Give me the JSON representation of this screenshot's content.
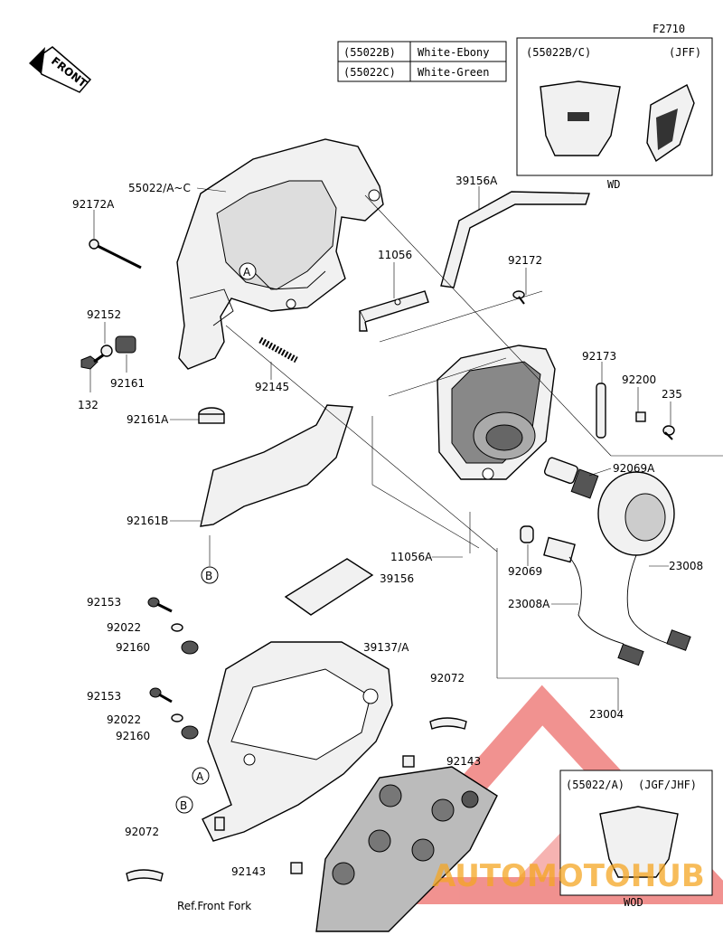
{
  "figure_code": "F2710",
  "front_label": "FRONT",
  "variants_table": [
    {
      "code": "(55022B)",
      "color": "White-Ebony"
    },
    {
      "code": "(55022C)",
      "color": "White-Green"
    }
  ],
  "inset_top": {
    "title": "(55022B/C)",
    "region": "(JFF)",
    "footer": "WD"
  },
  "inset_bottom": {
    "title": "(55022/A)",
    "region": "(JGF/JHF)",
    "footer": "WOD"
  },
  "callout_a": "A",
  "callout_b": "B",
  "part_labels": {
    "p55022": "55022/A~C",
    "p92172A": "92172A",
    "p92152": "92152",
    "p132": "132",
    "p92161": "92161",
    "p92145": "92145",
    "p92161A": "92161A",
    "p92161B": "92161B",
    "p39156A": "39156A",
    "p11056": "11056",
    "p92172": "92172",
    "p92173": "92173",
    "p92200": "92200",
    "p235": "235",
    "p92069A": "92069A",
    "p11056A": "11056A",
    "p39156": "39156",
    "p92069": "92069",
    "p23008": "23008",
    "p23008A": "23008A",
    "p92153a": "92153",
    "p92022a": "92022",
    "p92160a": "92160",
    "p39137": "39137/A",
    "p92072a": "92072",
    "p92153b": "92153",
    "p92022b": "92022",
    "p92160b": "92160",
    "p23004": "23004",
    "p92143a": "92143",
    "p92072b": "92072",
    "p92143b": "92143",
    "ref_fork": "Ref.Front Fork"
  },
  "watermark": {
    "text": "AUTOMOTOHUB",
    "color_red": "#e53935",
    "color_orange": "#f5a623"
  }
}
